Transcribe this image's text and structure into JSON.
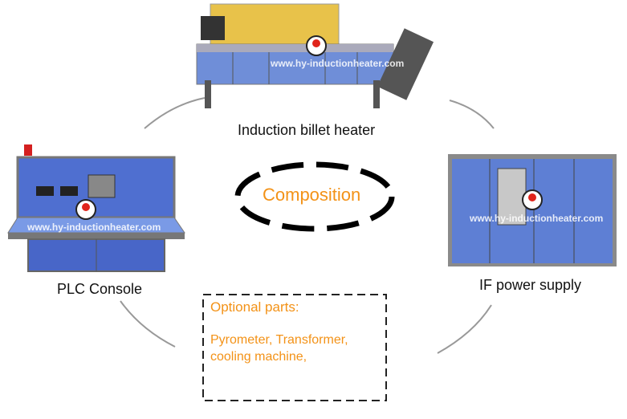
{
  "center": {
    "title": "Composition"
  },
  "components": {
    "billet_heater": {
      "label": "Induction billet heater",
      "watermark": "www.hy-inductionheater.com"
    },
    "plc_console": {
      "label": "PLC Console",
      "watermark": "www.hy-inductionheater.com"
    },
    "if_power_supply": {
      "label": "IF power supply",
      "watermark": "www.hy-inductionheater.com"
    }
  },
  "optional": {
    "title": "Optional parts:",
    "line1": "Pyrometer, Transformer,",
    "line2": "cooling machine,"
  },
  "colors": {
    "accent": "#f39217",
    "panel_blue": "#4f6fd0",
    "frame_gray": "#8a8a8a"
  }
}
